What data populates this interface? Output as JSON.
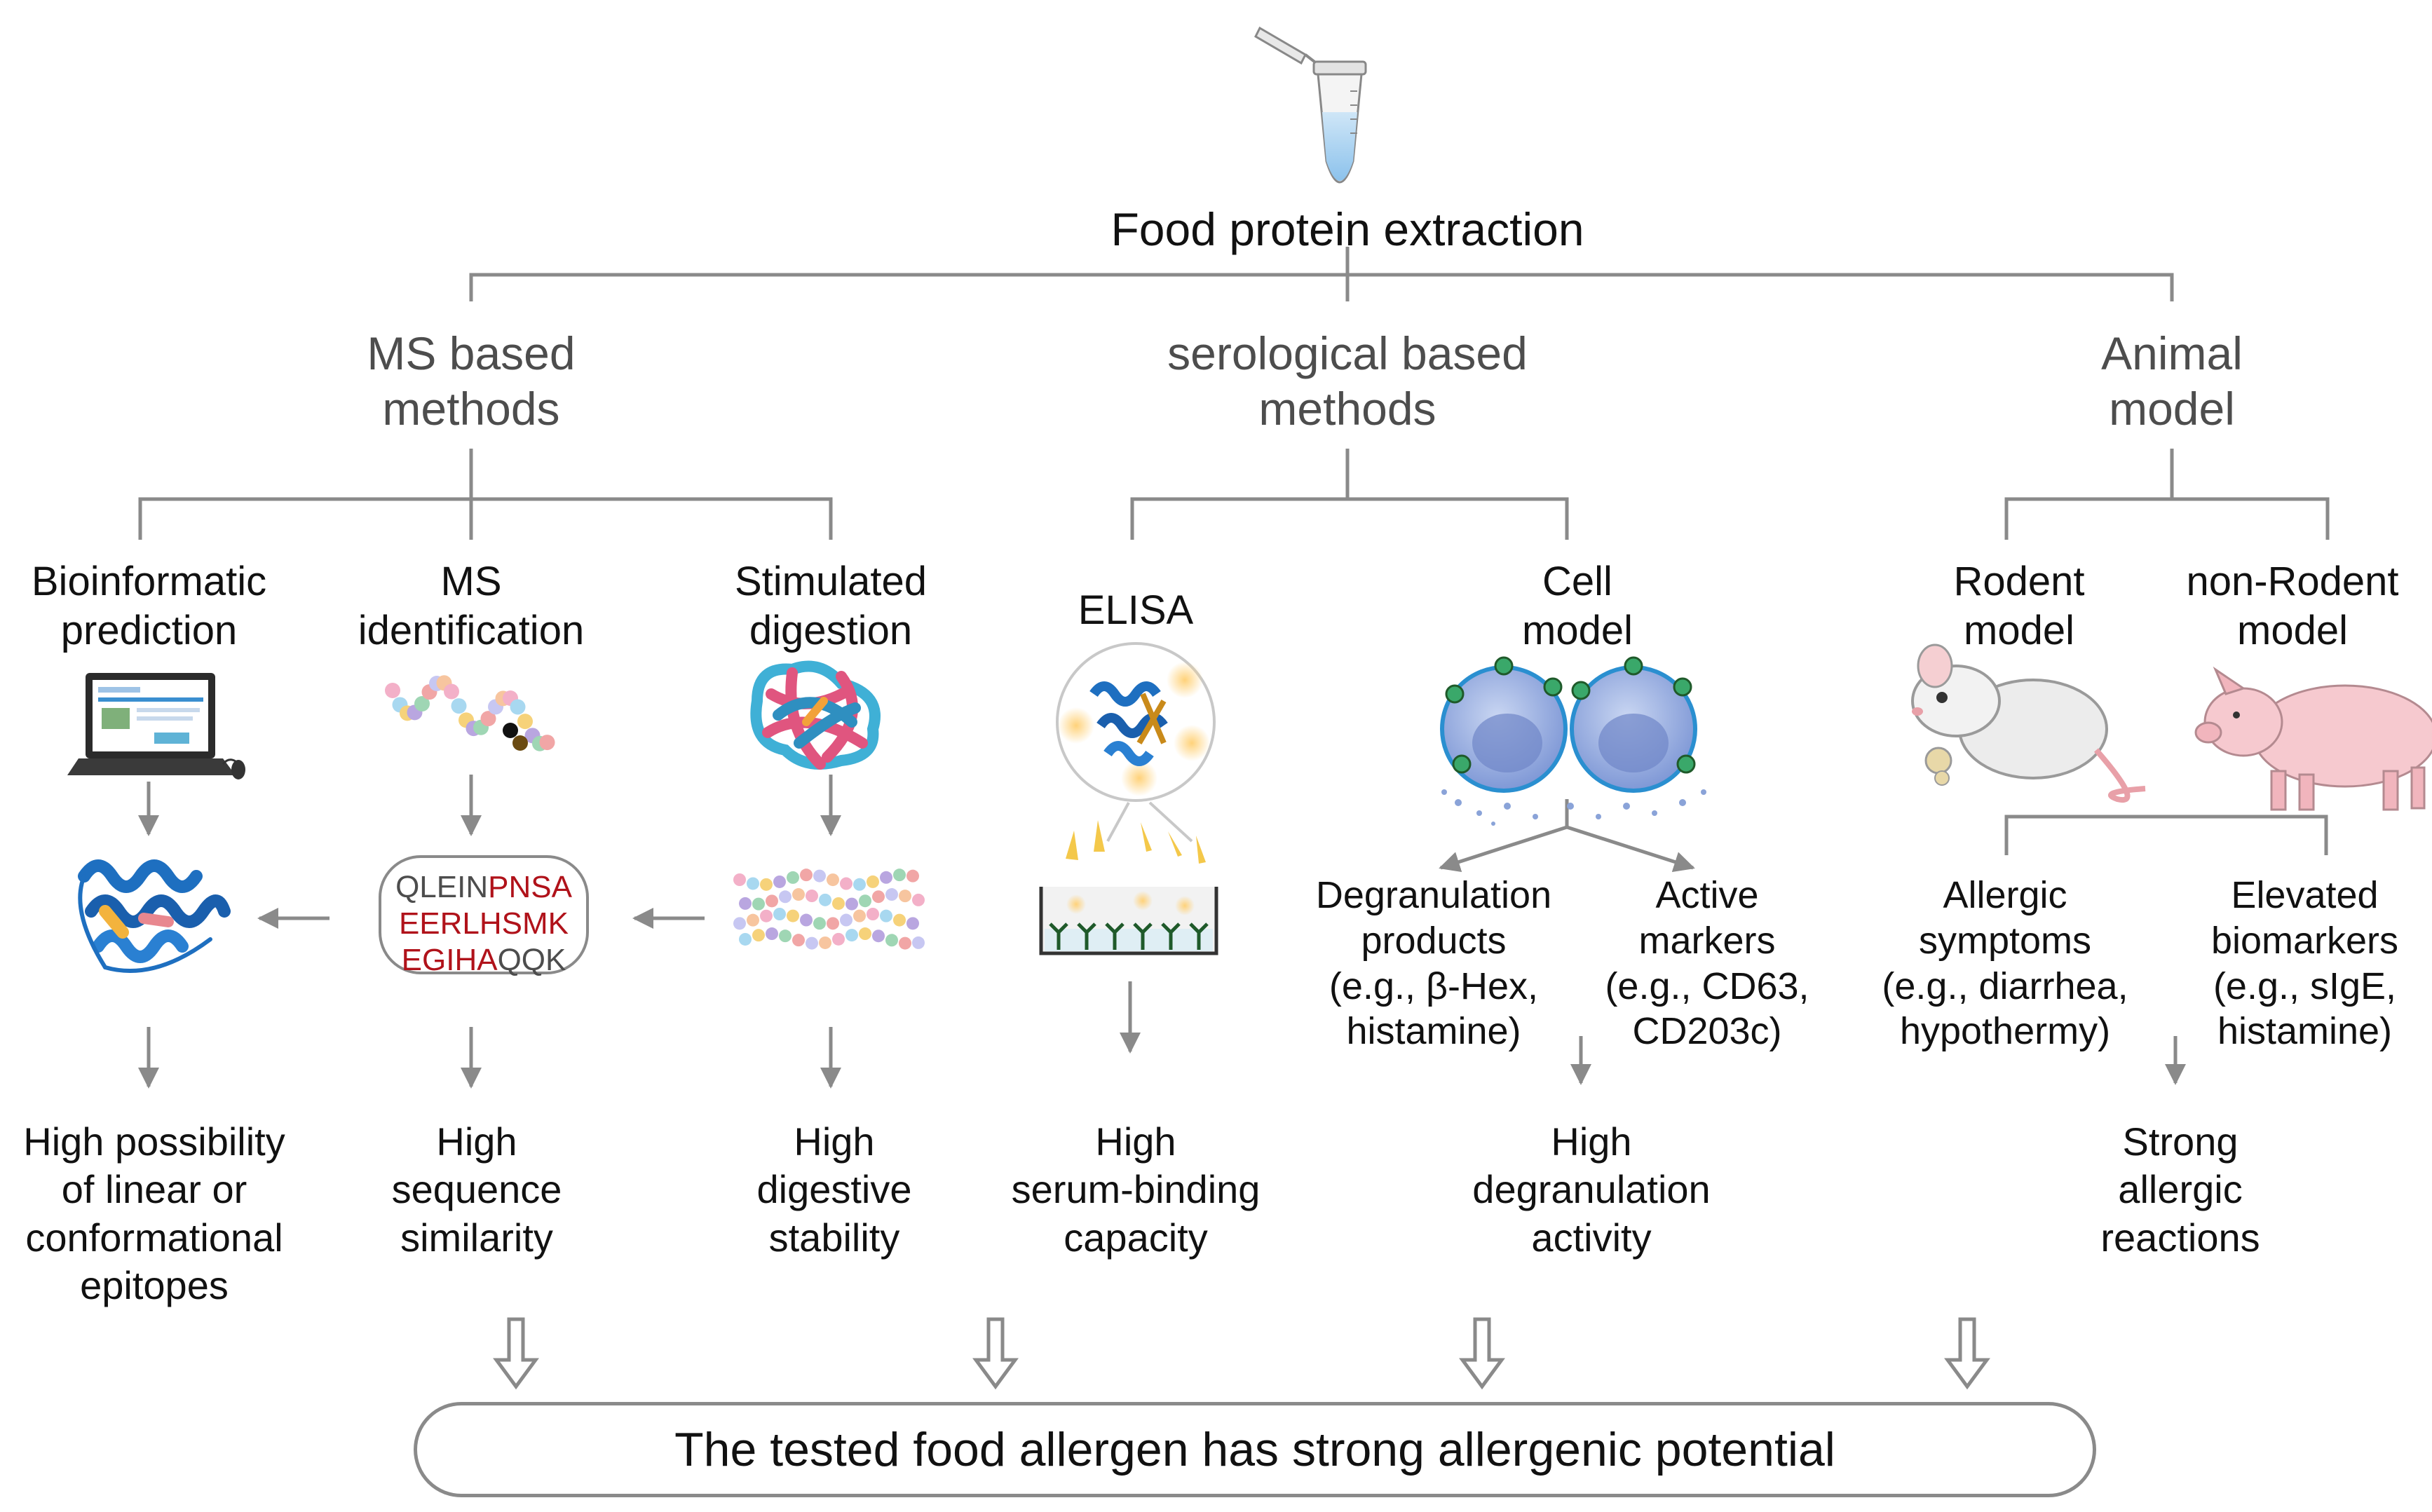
{
  "root": {
    "label": "Food protein extraction"
  },
  "categories": {
    "ms": "MS based\nmethods",
    "serological": "serological based\nmethods",
    "animal": "Animal\nmodel"
  },
  "methods": {
    "bioinformatic": "Bioinformatic\nprediction",
    "ms_identification": "MS\nidentification",
    "stimulated_digestion": "Stimulated\ndigestion",
    "elisa": "ELISA",
    "cell_model": "Cell\nmodel",
    "rodent": "Rodent\nmodel",
    "non_rodent": "non-Rodent\nmodel"
  },
  "sequence": {
    "line1_black": "QLEIN",
    "line1_red": "PNSA",
    "line2_red": "EERLHSMK",
    "line3_red": "EGIHA",
    "line3_black": "QQK"
  },
  "sub_outcomes": {
    "degranulation_products": "Degranulation\nproducts\n(e.g., β-Hex,\nhistamine)",
    "active_markers": "Active\nmarkers\n(e.g., CD63,\nCD203c)",
    "allergic_symptoms": "Allergic\nsymptoms\n(e.g., diarrhea,\nhypothermy)",
    "elevated_biomarkers": "Elevated\nbiomarkers\n(e.g., sIgE,\nhistamine)"
  },
  "results": {
    "epitopes": "High possibility\nof linear or\nconformational\nepitopes",
    "sequence_similarity": "High\nsequence\nsimilarity",
    "digestive_stability": "High\ndigestive\nstability",
    "serum_binding": "High\nserum-binding\ncapacity",
    "degranulation_activity": "High\ndegranulation\nactivity",
    "allergic_reactions": "Strong\nallergic\nreactions"
  },
  "conclusion": "The tested food allergen has strong allergenic potential",
  "colors": {
    "connector": "#8a8a8a",
    "sequence_red": "#b0121a",
    "protein_blue": "#1e73c8",
    "cell_blue": "#8fa8dc",
    "pig_pink": "#f6c9cf"
  },
  "icons": [
    "tube-icon",
    "laptop-icon",
    "protein-structure-icon",
    "peptide-chain-icon",
    "tangled-protein-icon",
    "fragmented-peptides-icon",
    "elisa-protein-icon",
    "elisa-well-icon",
    "mast-cells-icon",
    "mouse-icon",
    "pig-icon"
  ]
}
